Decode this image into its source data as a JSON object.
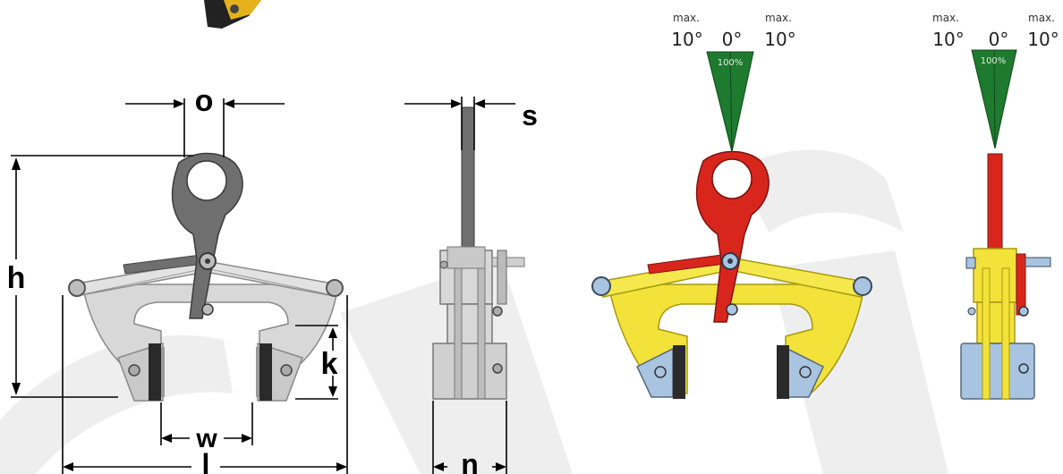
{
  "colors": {
    "grey_body": "#d8d8d8",
    "grey_dark": "#6f6f6f",
    "yellow": "#f2e23a",
    "red": "#d9261c",
    "green": "#1e7a2e",
    "blue_block": "#a9c4e0",
    "pad_dark": "#2a2a2a",
    "watermark": "#efefef"
  },
  "dimensions": {
    "o": "o",
    "s": "s",
    "h": "h",
    "k": "k",
    "w": "w",
    "l": "l",
    "n": "n"
  },
  "angle_gauges": [
    {
      "left_max": "max.",
      "left_deg": "10°",
      "center_deg": "0°",
      "right_max": "max.",
      "right_deg": "10°",
      "capacity": "100%"
    },
    {
      "left_max": "max.",
      "left_deg": "10°",
      "center_deg": "0°",
      "right_max": "max.",
      "right_deg": "10°",
      "capacity": "100%"
    }
  ]
}
